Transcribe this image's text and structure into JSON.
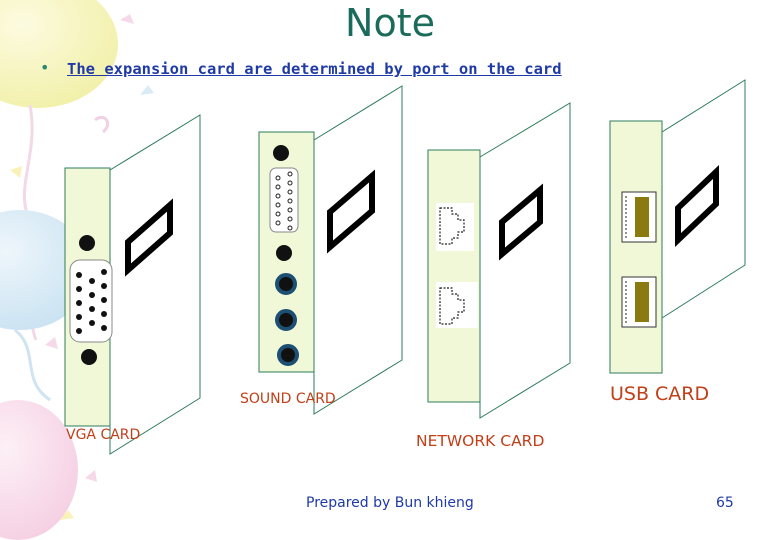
{
  "slide": {
    "title": "Note",
    "bullet": "The expansion card are determined by port on the card",
    "labels": {
      "vga": "VGA CARD",
      "sound": "SOUND CARD",
      "network": "NETWORK CARD",
      "usb": "USB CARD"
    },
    "footer": "Prepared by Bun khieng",
    "page_number": "65"
  },
  "colors": {
    "title": "#1a6b5a",
    "bullet_text": "#1f3aa6",
    "labels": "#c0401a",
    "card_face": "#f0f8d8",
    "card_outline": "#2e7d5a"
  }
}
